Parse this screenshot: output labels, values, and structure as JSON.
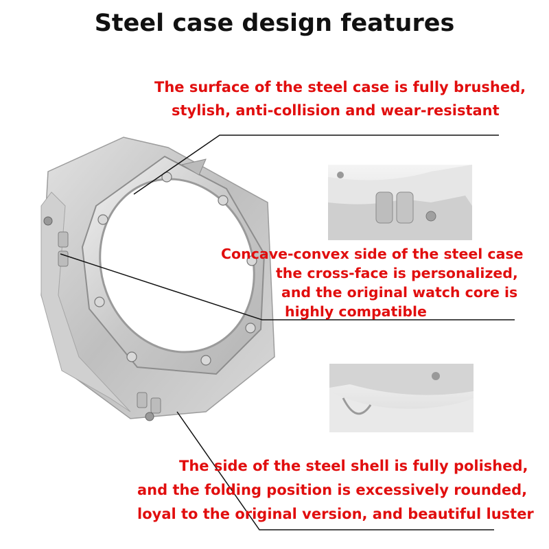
{
  "title": "Steel case design features",
  "captions": {
    "top": [
      "The surface of the steel case is fully brushed,",
      "stylish, anti-collision and wear-resistant"
    ],
    "middle": [
      "Concave-convex side of the steel case",
      "the cross-face is personalized,",
      "and the original watch core is",
      "highly compatible"
    ],
    "bottom": [
      "The side of the steel shell is fully polished,",
      "and the folding position is excessively rounded,",
      "loyal to the original version, and beautiful luster"
    ]
  },
  "colors": {
    "caption": "#e10e0e",
    "title": "#111111",
    "metal": "#c9c9c9"
  }
}
